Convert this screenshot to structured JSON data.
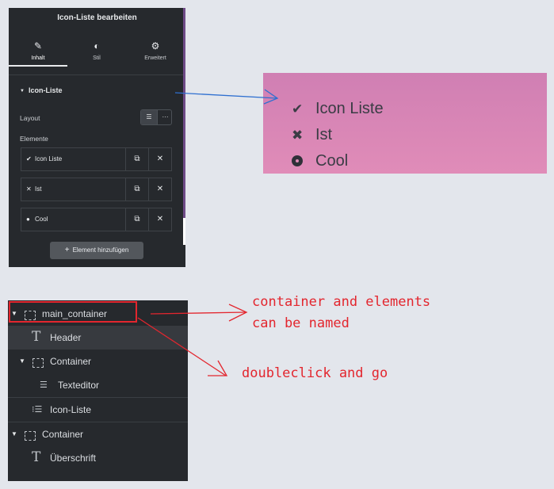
{
  "editor_panel": {
    "title": "Icon-Liste bearbeiten",
    "tabs": [
      {
        "label": "Inhalt",
        "icon": "pencil-icon",
        "active": true
      },
      {
        "label": "Stil",
        "icon": "contrast-icon",
        "active": false
      },
      {
        "label": "Erweitert",
        "icon": "gear-icon",
        "active": false
      }
    ],
    "section_title": "Icon-Liste",
    "layout_label": "Layout",
    "elements_label": "Elemente",
    "items": [
      {
        "icon": "checkmark-icon",
        "glyph": "✔",
        "label": "Icon Liste"
      },
      {
        "icon": "x-icon",
        "glyph": "✕",
        "label": "Ist"
      },
      {
        "icon": "dot-circle-icon",
        "glyph": "●",
        "label": "Cool"
      }
    ],
    "add_button": "Element hinzufügen"
  },
  "preview": {
    "items": [
      {
        "icon": "checkmark-icon",
        "label": "Icon Liste"
      },
      {
        "icon": "x-icon",
        "label": "Ist"
      },
      {
        "icon": "dot-circle-icon",
        "label": "Cool"
      }
    ]
  },
  "navigator": {
    "rows": [
      {
        "label": "main_container",
        "icon": "container-icon",
        "expandable": true
      },
      {
        "label": "Header",
        "icon": "heading-icon",
        "expandable": false
      },
      {
        "label": "Container",
        "icon": "container-icon",
        "expandable": true
      },
      {
        "label": "Texteditor",
        "icon": "text-editor-icon",
        "expandable": false
      },
      {
        "label": "Icon-Liste",
        "icon": "icon-list-icon",
        "expandable": false
      },
      {
        "label": "Container",
        "icon": "container-icon",
        "expandable": true
      },
      {
        "label": "Überschrift",
        "icon": "heading-icon",
        "expandable": false
      }
    ]
  },
  "annotations": {
    "note_named_line1": "container and elements",
    "note_named_line2": "can be named",
    "note_doubleclick": "doubleclick and go"
  },
  "colors": {
    "panel_bg": "#26292d",
    "accent_red": "#e3262e",
    "arrow_blue": "#2e6fd0",
    "preview_pink": "#e08cb8"
  }
}
